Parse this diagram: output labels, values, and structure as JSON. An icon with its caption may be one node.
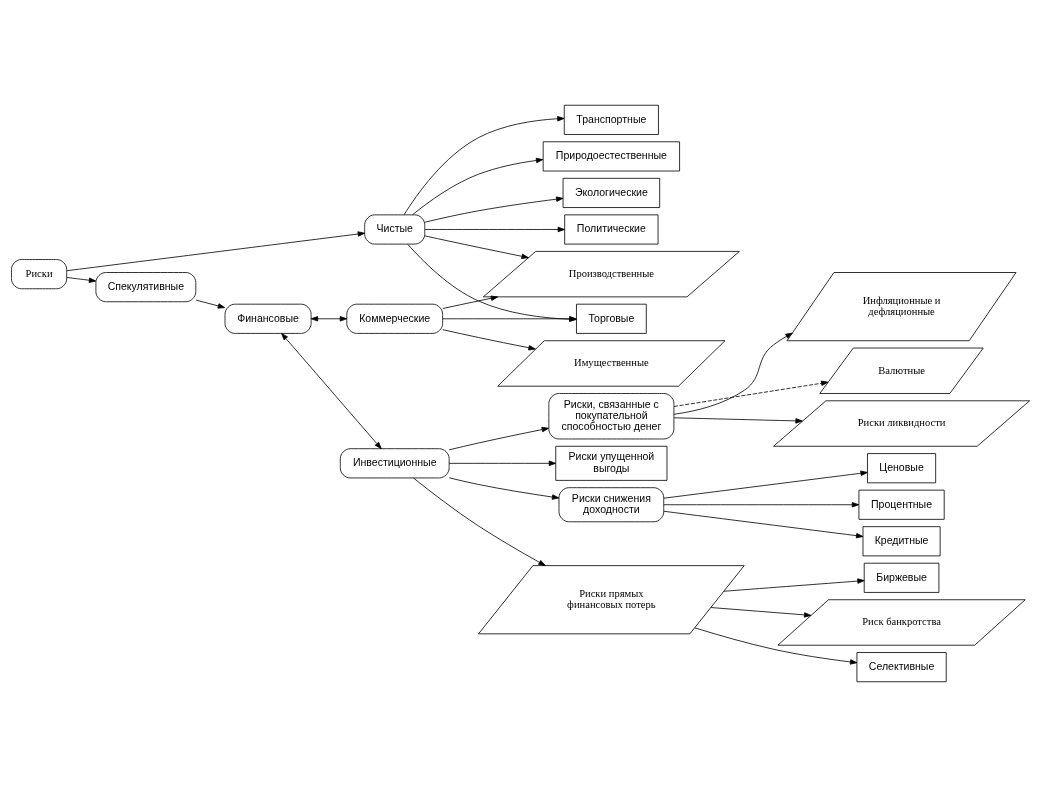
{
  "diagram": {
    "nodes": [
      {
        "text": [
          "Риски"
        ]
      },
      {
        "text": [
          "Чистые"
        ]
      },
      {
        "text": [
          "Спекулятивные"
        ]
      },
      {
        "text": [
          "Природоестественные"
        ]
      },
      {
        "text": [
          "Экологические"
        ]
      },
      {
        "text": [
          "Политические"
        ]
      },
      {
        "text": [
          "Транспортные"
        ]
      },
      {
        "text": [
          "Имущественные"
        ]
      },
      {
        "text": [
          "Производственные"
        ]
      },
      {
        "text": [
          "Торговые"
        ]
      },
      {
        "text": [
          "Финансовые"
        ]
      },
      {
        "text": [
          "Коммерческие"
        ]
      },
      {
        "text": [
          "Инвестиционные"
        ]
      },
      {
        "text": [
          "Риски, связанные с покупательной способностью денег"
        ]
      },
      {
        "text": [
          "Инфляционные и дефляционные"
        ]
      },
      {
        "text": [
          "Валютные"
        ]
      },
      {
        "text": [
          "Риски ликвидности"
        ]
      },
      {
        "text": [
          "Риски упущенной выгоды"
        ]
      },
      {
        "text": [
          "Риски снижения доходности"
        ]
      },
      {
        "text": [
          "Ценовые"
        ]
      },
      {
        "text": [
          "Процентные"
        ]
      },
      {
        "text": [
          "Кредитные"
        ]
      },
      {
        "text": [
          "Риски прямых финансовых потерь"
        ]
      },
      {
        "text": [
          "Биржевые"
        ]
      },
      {
        "text": [
          "Риск банкротства"
        ]
      },
      {
        "text": [
          "Селективные"
        ]
      }
    ],
    "edges": [
      {
        "from": 0,
        "to": 1,
        "arrow": "to"
      },
      {
        "from": 0,
        "to": 2,
        "arrow": "to"
      },
      {
        "from": 1,
        "to": 3,
        "arrow": "to"
      },
      {
        "from": 1,
        "to": 4,
        "arrow": "to"
      },
      {
        "from": 1,
        "to": 5,
        "arrow": "to"
      },
      {
        "from": 1,
        "to": 6,
        "arrow": "to"
      },
      {
        "from": 1,
        "to": 8,
        "arrow": "to"
      },
      {
        "from": 1,
        "to": 9,
        "arrow": "to"
      },
      {
        "from": 2,
        "to": 10,
        "arrow": "to"
      },
      {
        "from": 10,
        "to": 11,
        "arrow": "both"
      },
      {
        "from": 10,
        "to": 12,
        "arrow": "both"
      },
      {
        "from": 11,
        "to": 7,
        "arrow": "to"
      },
      {
        "from": 11,
        "to": 8,
        "arrow": "to"
      },
      {
        "from": 11,
        "to": 9,
        "arrow": "to"
      },
      {
        "from": 12,
        "to": 13,
        "arrow": "to"
      },
      {
        "from": 13,
        "to": 14,
        "arrow": "to"
      },
      {
        "from": 13,
        "to": 15,
        "arrow": "to",
        "style": "dashed"
      },
      {
        "from": 13,
        "to": 16,
        "arrow": "to"
      },
      {
        "from": 12,
        "to": 17,
        "arrow": "to"
      },
      {
        "from": 12,
        "to": 18,
        "arrow": "to"
      },
      {
        "from": 12,
        "to": 22,
        "arrow": "to"
      },
      {
        "from": 18,
        "to": 19,
        "arrow": "to"
      },
      {
        "from": 18,
        "to": 20,
        "arrow": "to"
      },
      {
        "from": 18,
        "to": 21,
        "arrow": "to"
      },
      {
        "from": 22,
        "to": 23,
        "arrow": "to"
      },
      {
        "from": 22,
        "to": 24,
        "arrow": "to"
      },
      {
        "from": 22,
        "to": 25,
        "arrow": "to"
      }
    ]
  }
}
